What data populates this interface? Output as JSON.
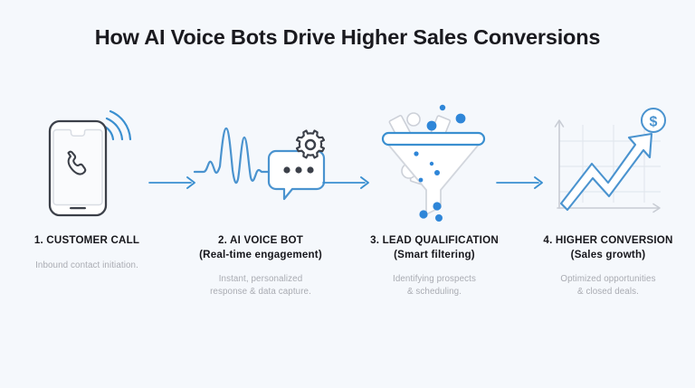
{
  "header": {
    "title": "How AI Voice Bots Drive Higher Sales Conversions"
  },
  "colors": {
    "background": "#f5f8fc",
    "title_text": "#1a1a1f",
    "label_text": "#17171c",
    "description_text": "#a9abb2",
    "accent_blue": "#3a8fd0",
    "dot_blue": "#2f86d8",
    "icon_dark": "#3c4049",
    "icon_gray": "#c9ccd3",
    "grid_gray": "#dde2ea"
  },
  "flow": {
    "connector_icon": "arrow-right-icon",
    "steps": [
      {
        "icon": "smartphone-call-icon",
        "label_line1": "1. CUSTOMER CALL",
        "label_line2": "",
        "description_line1": "Inbound contact initiation.",
        "description_line2": ""
      },
      {
        "icon": "voice-waveform-chat-gear-icon",
        "label_line1": "2. AI VOICE BOT",
        "label_line2": "(Real-time engagement)",
        "description_line1": "Instant, personalized",
        "description_line2": "response & data capture."
      },
      {
        "icon": "lead-funnel-icon",
        "label_line1": "3. LEAD QUALIFICATION",
        "label_line2": "(Smart filtering)",
        "description_line1": "Identifying prospects",
        "description_line2": "& scheduling."
      },
      {
        "icon": "growth-chart-dollar-icon",
        "label_line1": "4. HIGHER CONVERSION",
        "label_line2": "(Sales growth)",
        "description_line1": "Optimized opportunities",
        "description_line2": "& closed deals."
      }
    ]
  }
}
